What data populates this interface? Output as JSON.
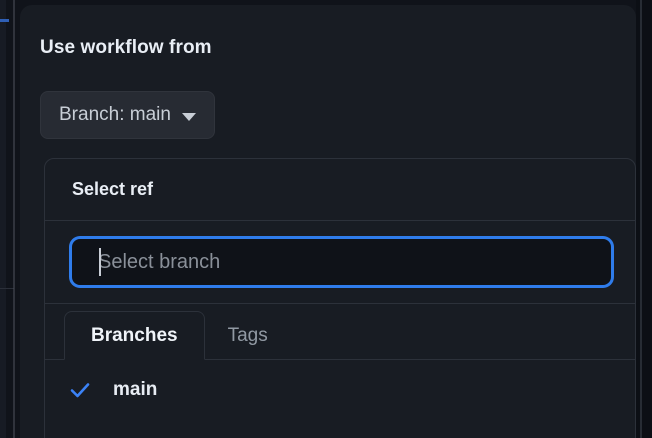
{
  "dialog": {
    "title": "Use workflow from",
    "branch_button": {
      "label": "Branch: main",
      "caret_icon": "chevron-down-icon"
    }
  },
  "ref_panel": {
    "header_title": "Select ref",
    "search": {
      "placeholder": "Select branch",
      "value": ""
    },
    "tabs": [
      {
        "label": "Branches",
        "active": true
      },
      {
        "label": "Tags",
        "active": false
      }
    ],
    "items": [
      {
        "label": "main",
        "selected": true,
        "icon": "check-icon"
      }
    ]
  },
  "colors": {
    "page_background": "#0d1017",
    "dialog_background": "#181c23",
    "panel_border": "#2c313a",
    "focus_ring_blue": "#2f7ceb",
    "accent_blue": "#2f7ceb",
    "text_primary": "#e9eef5",
    "text_muted": "#9199a3",
    "button_background": "#272b33"
  }
}
